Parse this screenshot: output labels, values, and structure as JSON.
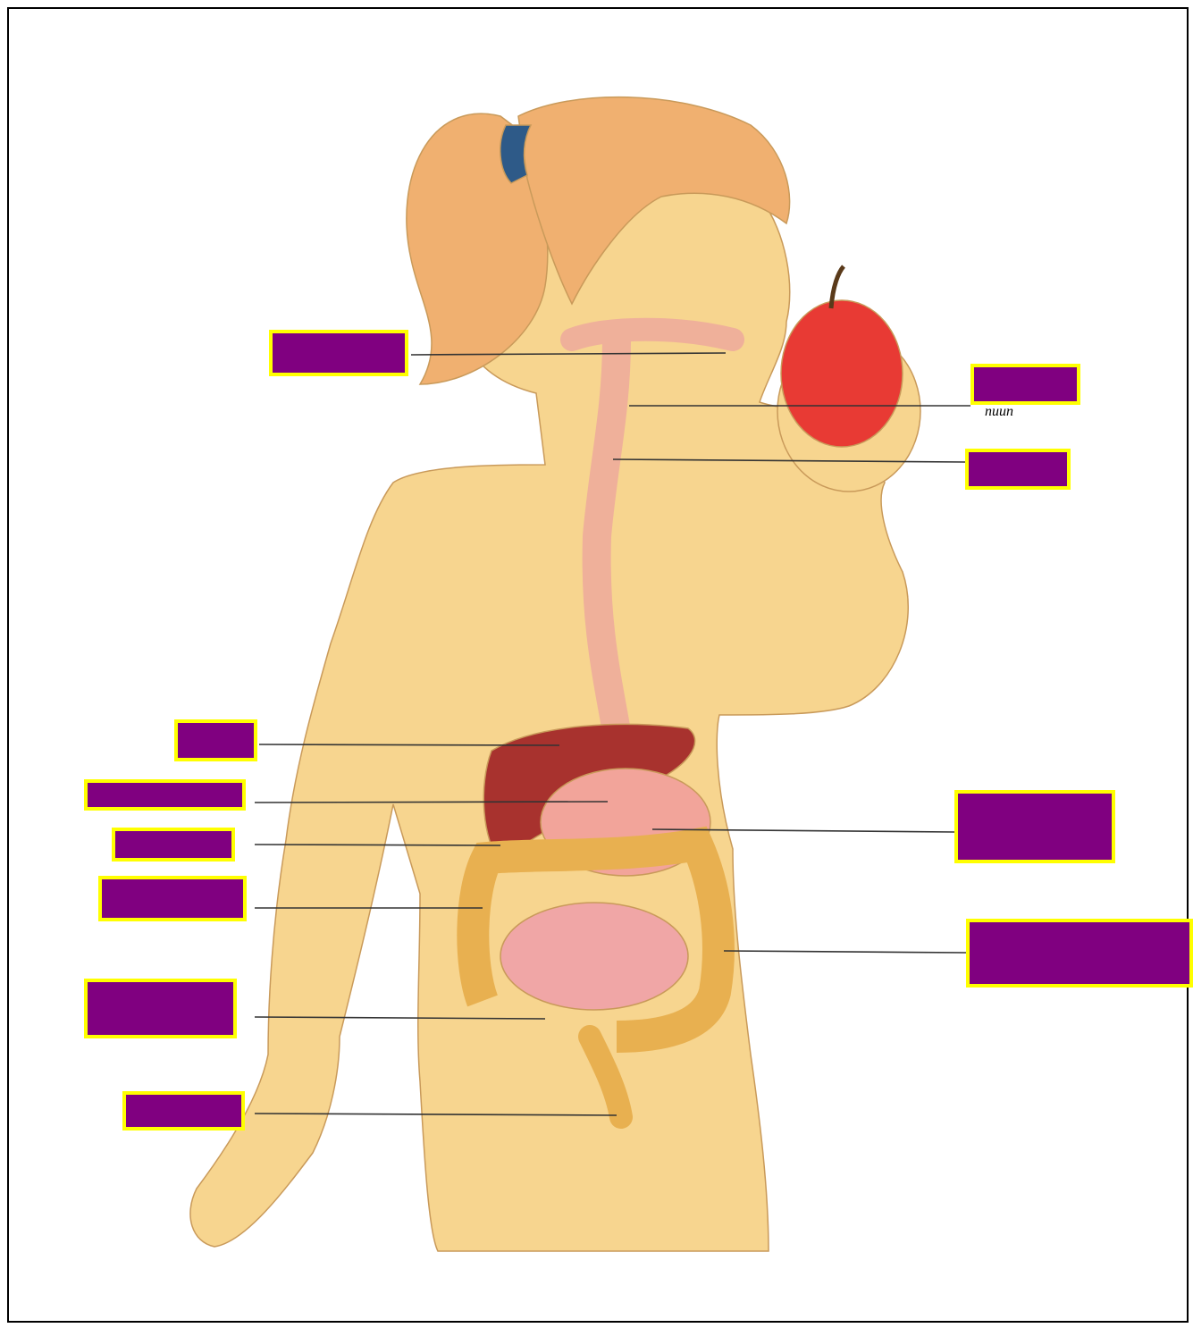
{
  "colors": {
    "box_fill": "#800080",
    "box_border": "#ffff00",
    "leader_line": "#333333",
    "skin": "#f7d58f",
    "hair": "#f0b070",
    "tract": "#efb09a",
    "liver": "#a8322e",
    "stomach": "#f2a49a",
    "colon": "#e8b050",
    "small_intestine": "#f0a6a6",
    "apple": "#e83a34"
  },
  "labels": [
    {
      "id": "mouth",
      "text": ""
    },
    {
      "id": "pharynx",
      "text": ""
    },
    {
      "id": "esophagus",
      "text": ""
    },
    {
      "id": "liver",
      "text": ""
    },
    {
      "id": "gall-bladder",
      "text": ""
    },
    {
      "id": "pancreas",
      "text": ""
    },
    {
      "id": "large-intestine",
      "text": ""
    },
    {
      "id": "appendix",
      "text": ""
    },
    {
      "id": "anus",
      "text": ""
    },
    {
      "id": "stomach",
      "text": ""
    },
    {
      "id": "small-intestine",
      "text": ""
    }
  ],
  "residual_text": "nuun"
}
